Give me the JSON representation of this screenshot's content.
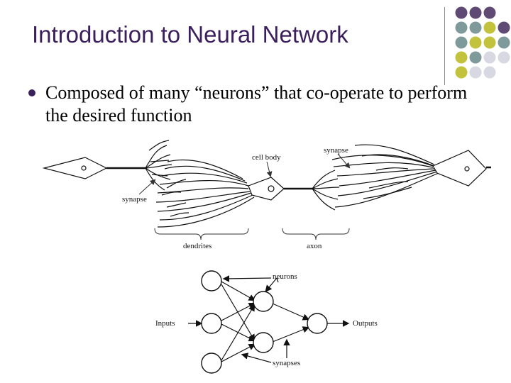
{
  "slide": {
    "title": "Introduction to Neural Network",
    "bullet": "Composed of many “neurons” that co-operate to perform the desired function"
  },
  "bio_diagram": {
    "cell_body": "cell body",
    "synapse_top": "synapse",
    "synapse_left": "synapse",
    "dendrites": "dendrites",
    "axon": "axon"
  },
  "net_diagram": {
    "neurons": "neurons",
    "inputs": "Inputs",
    "outputs": "Outputs",
    "synapses": "synapses"
  },
  "decoration": {
    "colors": [
      "#5e4a72",
      "#7f9a9a",
      "#c2c23c",
      "#d8d8e2"
    ]
  }
}
